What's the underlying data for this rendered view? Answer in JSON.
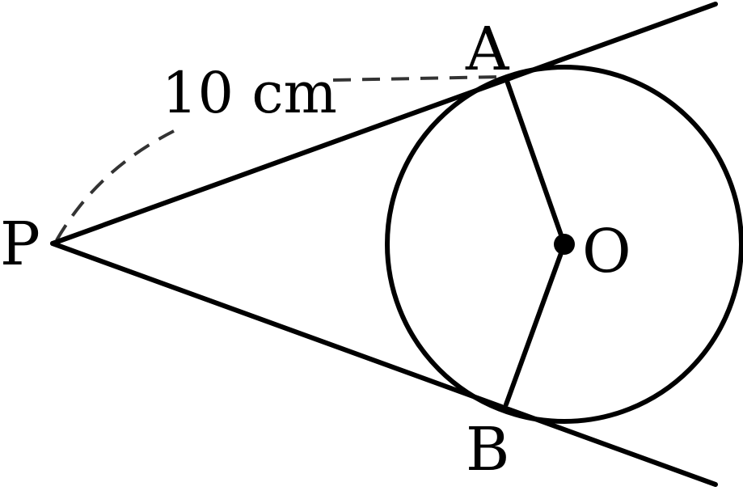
{
  "labels": {
    "point_a": "A",
    "point_b": "B",
    "point_p": "P",
    "center_o": "O",
    "length_pa": "10 cm"
  },
  "colors": {
    "line": "#000000",
    "dashed": "#333333",
    "background": "#ffffff"
  }
}
